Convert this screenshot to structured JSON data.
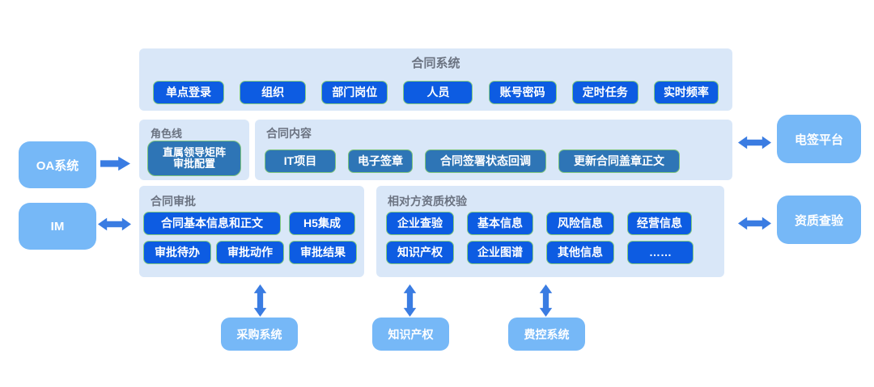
{
  "colors": {
    "panel_bg": "#D9E7F8",
    "bright_button": "#0D5CE2",
    "steel_button": "#2E75B6",
    "button_border_green": "#84CB80",
    "external_box_blue": "#76B8F7",
    "arrow_blue": "#3A7CE2",
    "title_gray": "#6B7381",
    "button_text": "#FFFFFF"
  },
  "top_panel": {
    "title": "合同系统",
    "buttons": [
      "单点登录",
      "组织",
      "部门岗位",
      "人员",
      "账号密码",
      "定时任务",
      "实时频率"
    ]
  },
  "role_panel": {
    "title": "角色线",
    "button": "直属领导矩阵\n审批配置"
  },
  "content_panel": {
    "title": "合同内容",
    "buttons": [
      "IT项目",
      "电子签章",
      "合同签署状态回调",
      "更新合同盖章正文"
    ]
  },
  "approval_panel": {
    "title": "合同审批",
    "row1": [
      "合同基本信息和正文",
      "H5集成"
    ],
    "row2": [
      "审批待办",
      "审批动作",
      "审批结果"
    ]
  },
  "verify_panel": {
    "title": "相对方资质校验",
    "row1": [
      "企业查验",
      "基本信息",
      "风险信息",
      "经营信息"
    ],
    "row2": [
      "知识产权",
      "企业图谱",
      "其他信息",
      "……"
    ]
  },
  "external_left": [
    {
      "label": "OA系统"
    },
    {
      "label": "IM"
    }
  ],
  "external_right": [
    {
      "label": "电签平台"
    },
    {
      "label": "资质查验"
    }
  ],
  "external_bottom": [
    {
      "label": "采购系统"
    },
    {
      "label": "知识产权"
    },
    {
      "label": "费控系统"
    }
  ]
}
